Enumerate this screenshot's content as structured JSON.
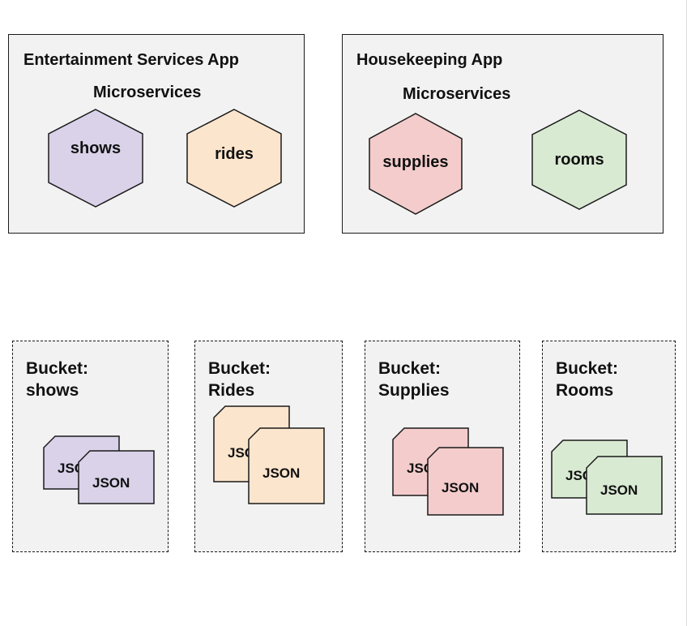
{
  "apps": [
    {
      "title": "Entertainment Services App",
      "subtitle": "Microservices",
      "services": [
        {
          "name": "shows",
          "color": "#d9d2e9"
        },
        {
          "name": "rides",
          "color": "#fce5cd"
        }
      ]
    },
    {
      "title": "Housekeeping App",
      "subtitle": "Microservices",
      "services": [
        {
          "name": "supplies",
          "color": "#f4cccc"
        },
        {
          "name": "rooms",
          "color": "#d9ead3"
        }
      ]
    }
  ],
  "buckets": [
    {
      "line1": "Bucket:",
      "line2": "shows",
      "color": "#d9d2e9",
      "back_label": "JSON",
      "front_label": "JSON"
    },
    {
      "line1": "Bucket:",
      "line2": "Rides",
      "color": "#fce5cd",
      "back_label": "JSON",
      "front_label": "JSON"
    },
    {
      "line1": "Bucket:",
      "line2": "Supplies",
      "color": "#f4cccc",
      "back_label": "JSON",
      "front_label": "JSON"
    },
    {
      "line1": "Bucket:",
      "line2": "Rooms",
      "color": "#d9ead3",
      "back_label": "JSON",
      "front_label": "JSON"
    }
  ]
}
